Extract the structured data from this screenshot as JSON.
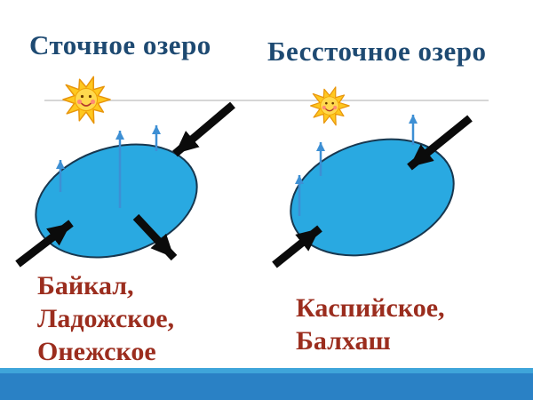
{
  "titles": {
    "left": "Сточное озеро",
    "right": "Бессточное озеро"
  },
  "labels": {
    "left_lines": [
      "Байкал,",
      "Ладожское,",
      "Онежское"
    ],
    "right_lines": [
      "Каспийское,",
      "Балхаш"
    ]
  },
  "icons": {
    "sun": "sun-icon",
    "flow_arrow": "flow-arrow-icon",
    "evaporation_arrow": "evaporation-arrow-icon"
  },
  "colors": {
    "title_text": "#1E4A72",
    "label_text": "#9B2D1E",
    "lake_fill": "#29A9E1",
    "lake_stroke": "#17374F",
    "evaporation_arrow": "#3D8FD4",
    "flow_arrow": "#0B0B0B",
    "divider_line": "#C9C9C9",
    "footer_bar_light": "#3FA5DA",
    "footer_bar_dark": "#2A81C5",
    "sun_fill": "#FFC81F",
    "sun_stroke": "#E8960C",
    "sun_face": "#FFD94E"
  }
}
